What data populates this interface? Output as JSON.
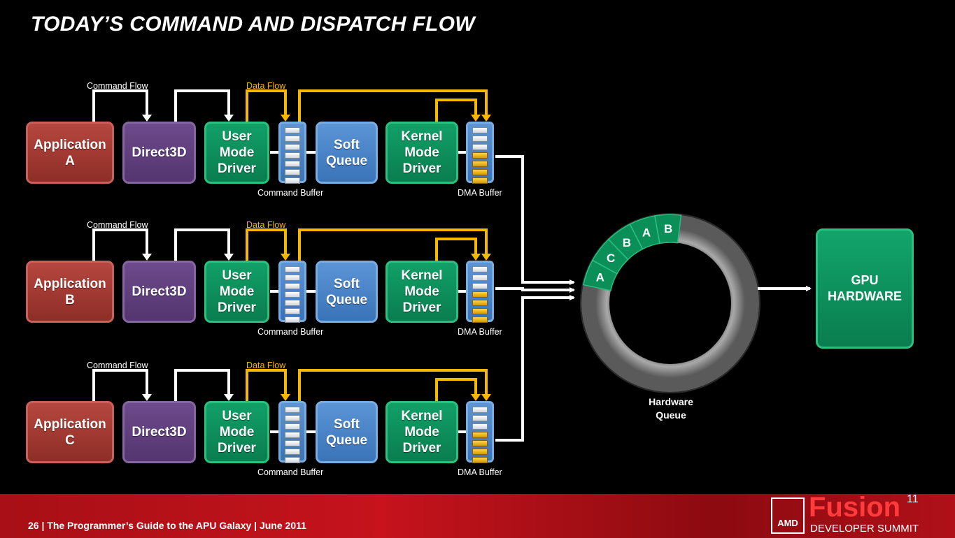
{
  "title": "TODAY’S COMMAND AND DISPATCH FLOW",
  "labels": {
    "command_flow": "Command Flow",
    "data_flow": "Data Flow",
    "command_buffer": "Command Buffer",
    "dma_buffer": "DMA Buffer"
  },
  "rows": [
    {
      "app": "Application\nA",
      "d3d": "Direct3D",
      "umd": "User\nMode\nDriver",
      "soft": "Soft\nQueue",
      "kmd": "Kernel\nMode\nDriver"
    },
    {
      "app": "Application\nB",
      "d3d": "Direct3D",
      "umd": "User\nMode\nDriver",
      "soft": "Soft\nQueue",
      "kmd": "Kernel\nMode\nDriver"
    },
    {
      "app": "Application\nC",
      "d3d": "Direct3D",
      "umd": "User\nMode\nDriver",
      "soft": "Soft\nQueue",
      "kmd": "Kernel\nMode\nDriver"
    }
  ],
  "hardware_queue": {
    "label": "Hardware\nQueue",
    "segments": [
      "A",
      "C",
      "B",
      "A",
      "B"
    ]
  },
  "gpu": "GPU\nHARDWARE",
  "colors": {
    "command_flow_arrow": "#ffffff",
    "data_flow_arrow": "#f5b700",
    "application": "#a33a33",
    "direct3d": "#613f7e",
    "driver": "#0b8f5a",
    "queue": "#4a84c6"
  },
  "footer": {
    "text": "26  |  The Programmer’s Guide to the APU Galaxy  |  June 2011",
    "logo_amd": "AMD",
    "logo_fusion": "Fusion",
    "logo_superscript": "11",
    "logo_summit": "DEVELOPER SUMMIT"
  }
}
